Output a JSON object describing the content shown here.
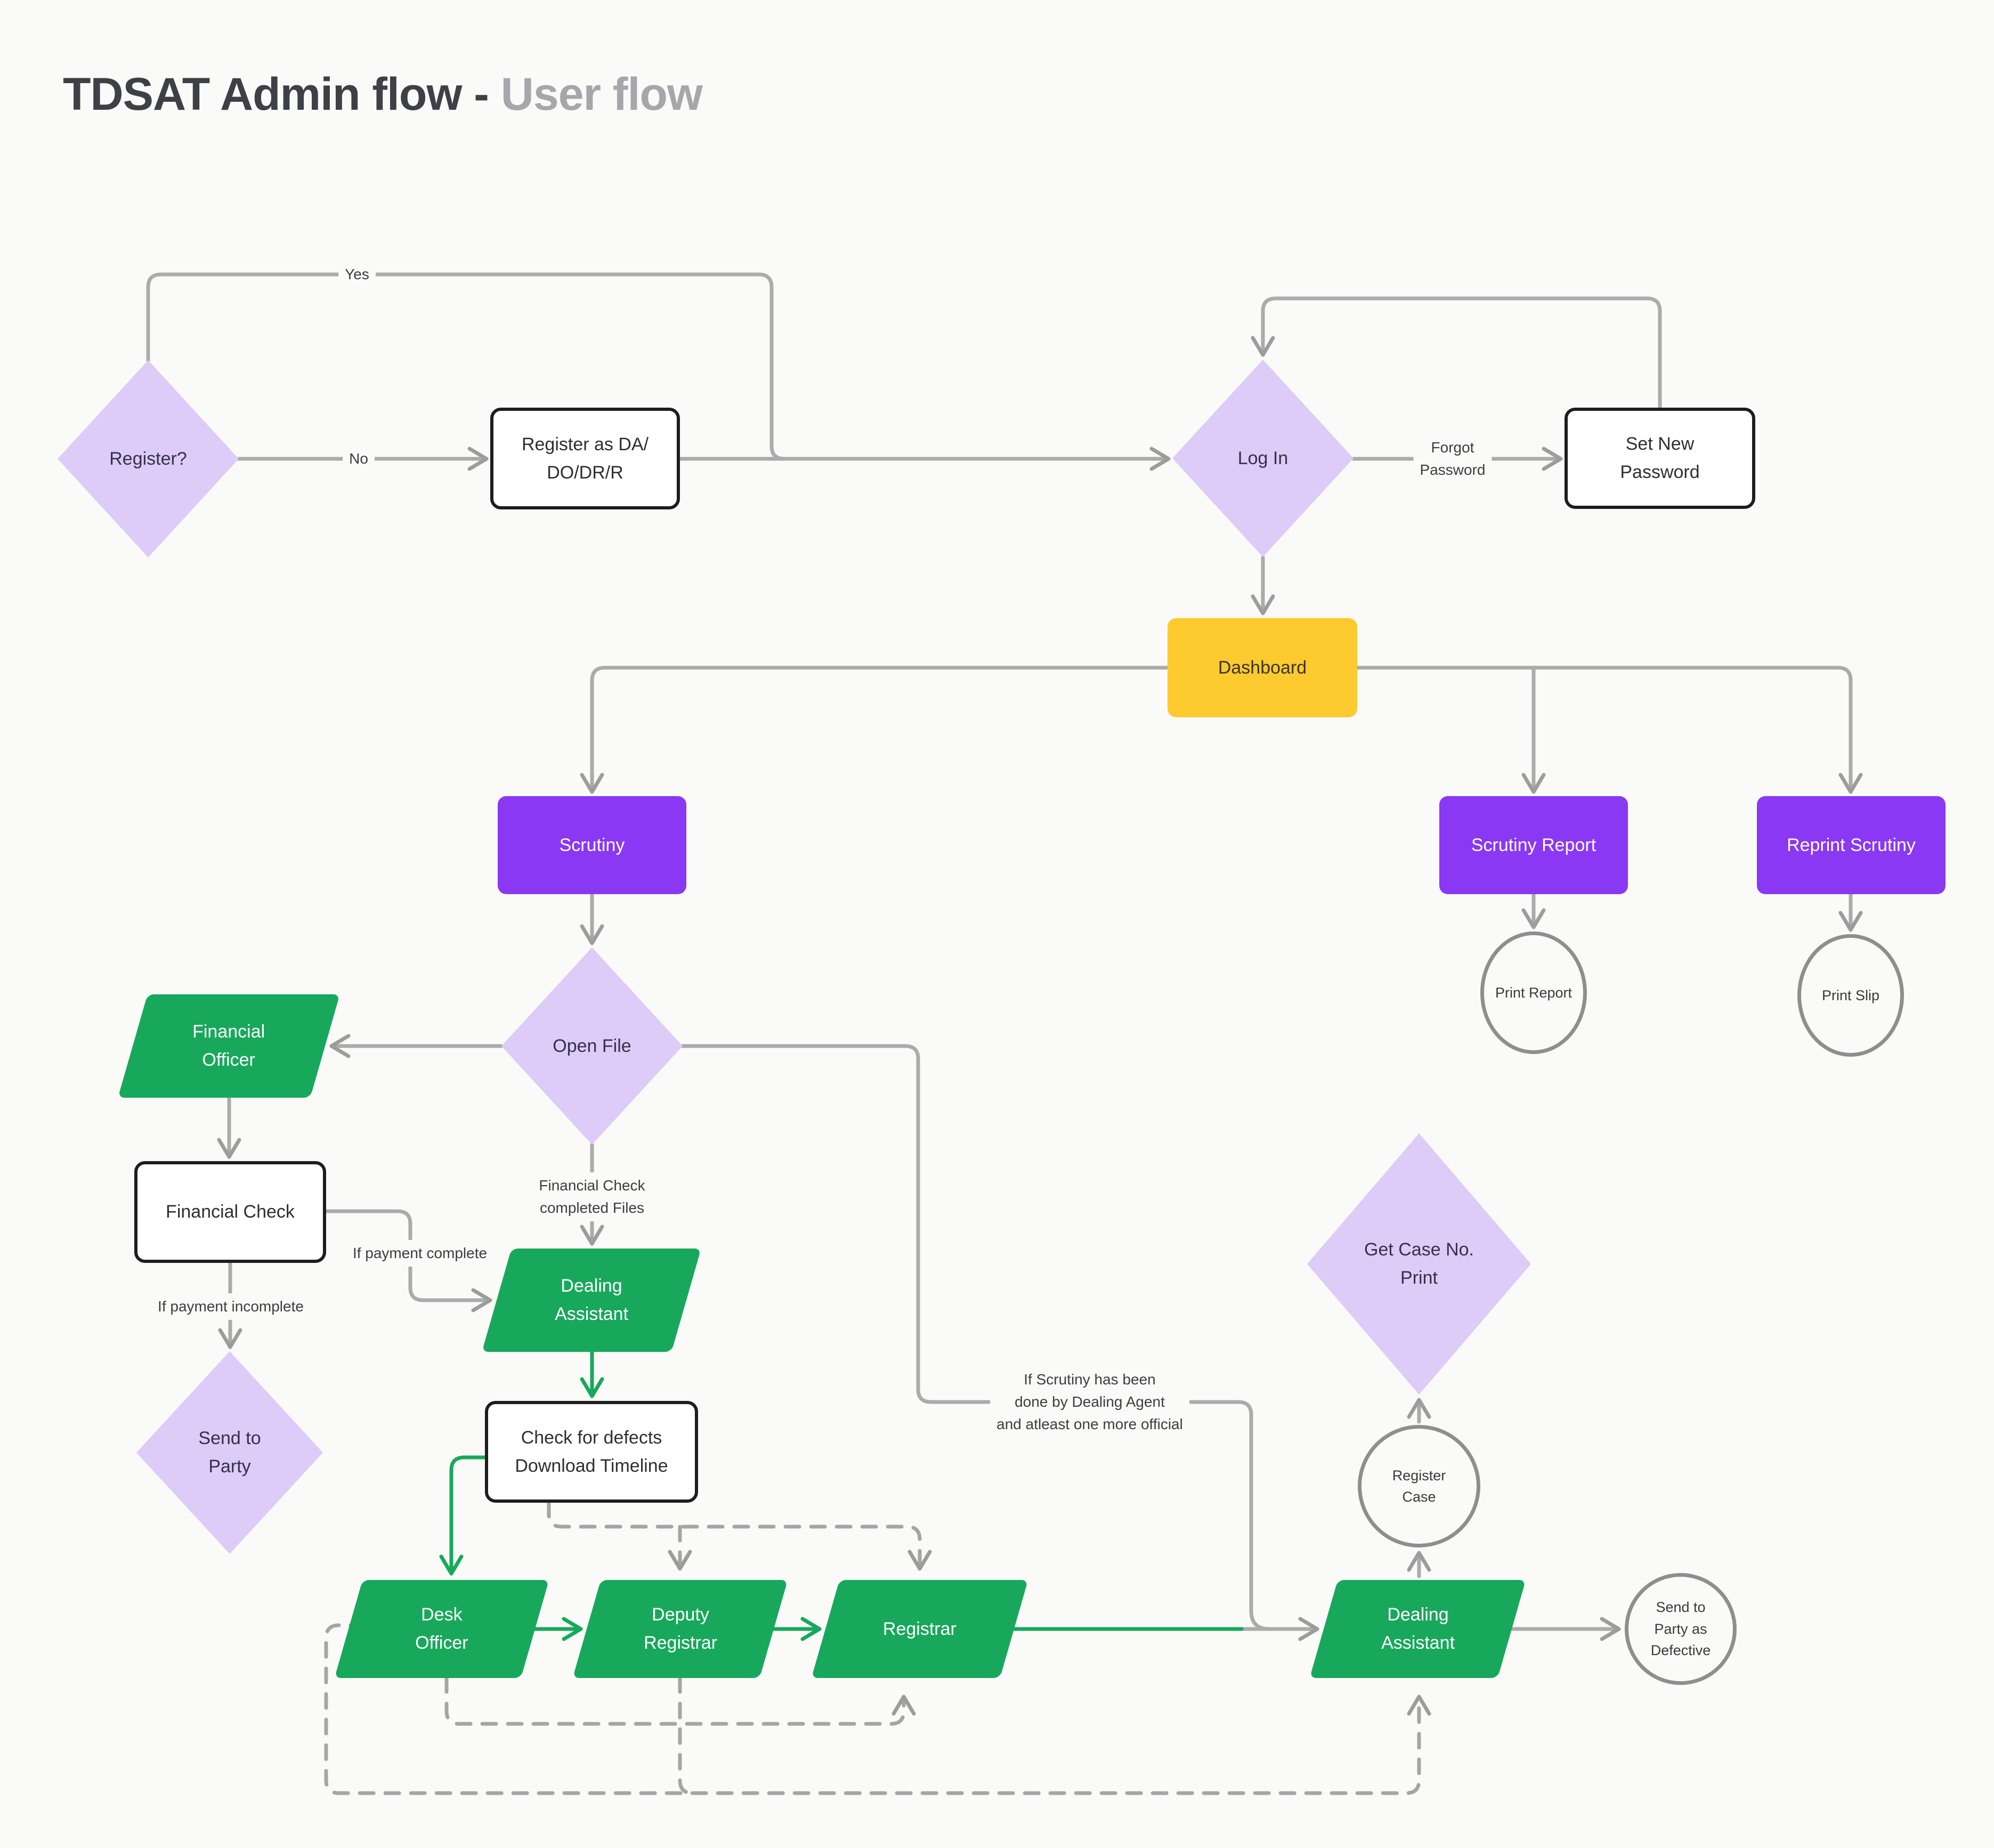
{
  "title": {
    "main": "TDSAT Admin flow -",
    "sub": "User flow"
  },
  "colors": {
    "background": "#FAFAF8",
    "lavender_node": "#DDCBF8",
    "purple_node": "#8A38F3",
    "green_node": "#18A85C",
    "yellow_node": "#FDCA30",
    "white_node_border": "#1D1D1F",
    "connector_gray": "#ABABAB",
    "connector_green": "#18A85C",
    "circle_border": "#8E8E8E",
    "title_dark": "#3F3F46",
    "title_light": "#A6A6AB"
  },
  "nodes": {
    "register_q": "Register?",
    "register_as": "Register as DA/\nDO/DR/R",
    "login": "Log In",
    "set_new_password": "Set New\nPassword",
    "dashboard": "Dashboard",
    "scrutiny": "Scrutiny",
    "scrutiny_report": "Scrutiny Report",
    "reprint_scrutiny": "Reprint Scrutiny",
    "print_report": "Print Report",
    "print_slip": "Print Slip",
    "open_file": "Open File",
    "financial_officer": "Financial\nOfficer",
    "financial_check": "Financial Check",
    "dealing_assistant_1": "Dealing\nAssistant",
    "check_defects": "Check for defects\nDownload Timeline",
    "send_to_party": "Send to\nParty",
    "desk_officer": "Desk\nOfficer",
    "deputy_registrar": "Deputy\nRegistrar",
    "registrar": "Registrar",
    "dealing_assistant_2": "Dealing\nAssistant",
    "get_case": "Get Case No.\nPrint",
    "register_case": "Register\nCase",
    "send_defective": "Send to\nParty as\nDefective"
  },
  "edge_labels": {
    "yes": "Yes",
    "no": "No",
    "forgot": "Forgot\nPassword",
    "fin_completed": "Financial Check\ncompleted Files",
    "pay_complete": "If payment complete",
    "pay_incomplete": "If payment incomplete",
    "scrutiny_cond": "If Scrutiny has been\ndone by Dealing Agent\nand atleast one more official"
  }
}
